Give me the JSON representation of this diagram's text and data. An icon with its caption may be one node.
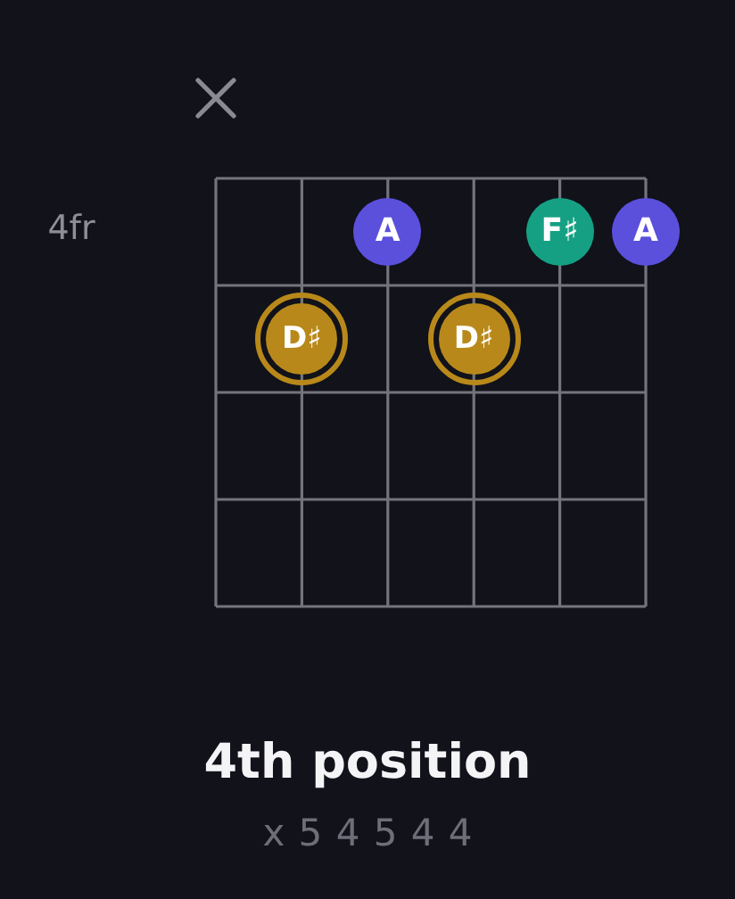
{
  "diagram": {
    "title": "4th position",
    "nodes": [
      {
        "text": [
          "A"
        ]
      },
      {
        "text": [
          "F♯"
        ]
      },
      {
        "text": [
          "A"
        ]
      },
      {
        "text": [
          "D♯"
        ]
      },
      {
        "text": [
          "D♯"
        ]
      }
    ],
    "labels": [
      "4fr",
      "x 5 4 5 4 4"
    ]
  }
}
